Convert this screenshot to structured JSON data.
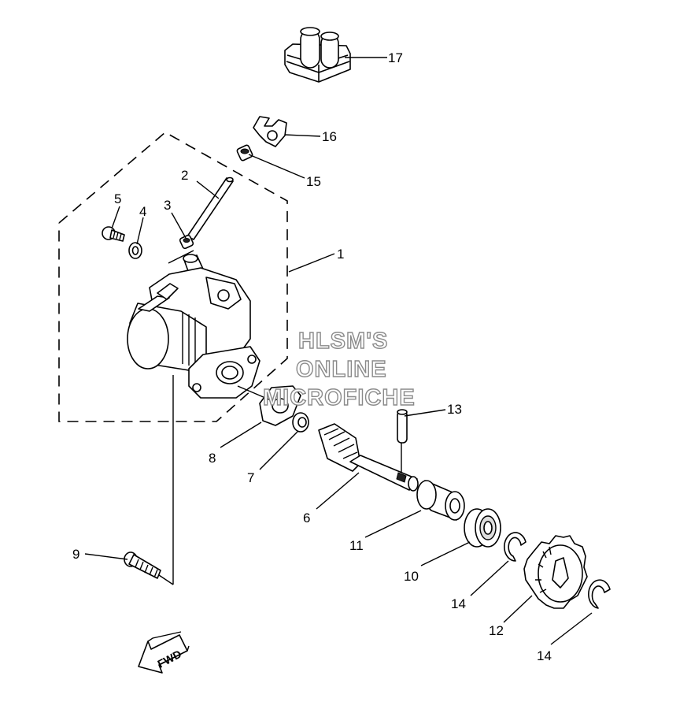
{
  "callouts": {
    "c1": "1",
    "c2": "2",
    "c3": "3",
    "c4": "4",
    "c5": "5",
    "c6": "6",
    "c7": "7",
    "c8": "8",
    "c9": "9",
    "c10": "10",
    "c11": "11",
    "c12": "12",
    "c13": "13",
    "c14a": "14",
    "c14b": "14",
    "c15": "15",
    "c16": "16",
    "c17": "17"
  },
  "watermark": {
    "line1": "HLSM'S",
    "line2": "ONLINE",
    "line3": "MICROFICHE"
  },
  "fwd_label": "FWD"
}
